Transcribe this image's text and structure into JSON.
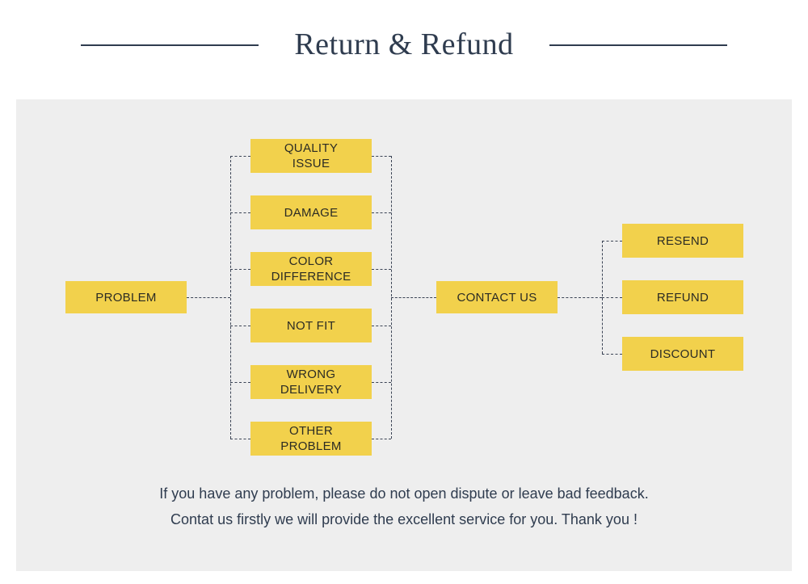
{
  "header": {
    "title": "Return & Refund",
    "rule_left": "horizontal-rule",
    "rule_right": "horizontal-rule"
  },
  "flow": {
    "root": {
      "label": "PROBLEM"
    },
    "problems": [
      {
        "label": "QUALITY\nISSUE"
      },
      {
        "label": "DAMAGE"
      },
      {
        "label": "COLOR\nDIFFERENCE"
      },
      {
        "label": "NOT FIT"
      },
      {
        "label": "WRONG\nDELIVERY"
      },
      {
        "label": "OTHER\nPROBLEM"
      }
    ],
    "middle": {
      "label": "CONTACT US"
    },
    "outcomes": [
      {
        "label": "RESEND"
      },
      {
        "label": "REFUND"
      },
      {
        "label": "DISCOUNT"
      }
    ]
  },
  "note": {
    "line1": "If you have any problem, please do not open dispute or leave bad feedback.",
    "line2": "Contat us firstly we will provide the excellent service for you. Thank you !"
  },
  "colors": {
    "node_fill": "#f2d14c",
    "node_text": "#2b2b24",
    "panel_bg": "#eeeeee",
    "accent_text": "#2f3c4f",
    "connector": "#3a4354",
    "page_bg": "#ffffff"
  }
}
